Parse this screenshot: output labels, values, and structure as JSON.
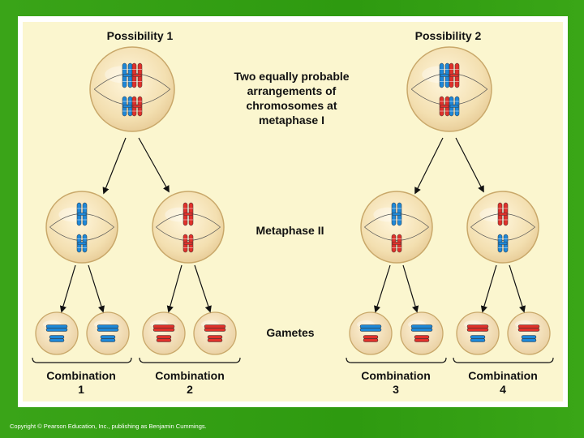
{
  "title_left": "Possibility 1",
  "title_right": "Possibility 2",
  "caption_metaphase1": [
    "Two equally probable",
    "arrangements of",
    "chromosomes at",
    "metaphase I"
  ],
  "label_metaphase2": "Metaphase II",
  "label_gametes": "Gametes",
  "combinations": [
    {
      "label": "Combination",
      "number": "1"
    },
    {
      "label": "Combination",
      "number": "2"
    },
    {
      "label": "Combination",
      "number": "3"
    },
    {
      "label": "Combination",
      "number": "4"
    }
  ],
  "footer": "Copyright © Pearson Education, Inc., publishing as Benjamin Cummings.",
  "colors": {
    "blue": "#1e88d8",
    "red": "#e0312b",
    "cell": "#f5e3b3",
    "background_green": "#2f9b12"
  }
}
